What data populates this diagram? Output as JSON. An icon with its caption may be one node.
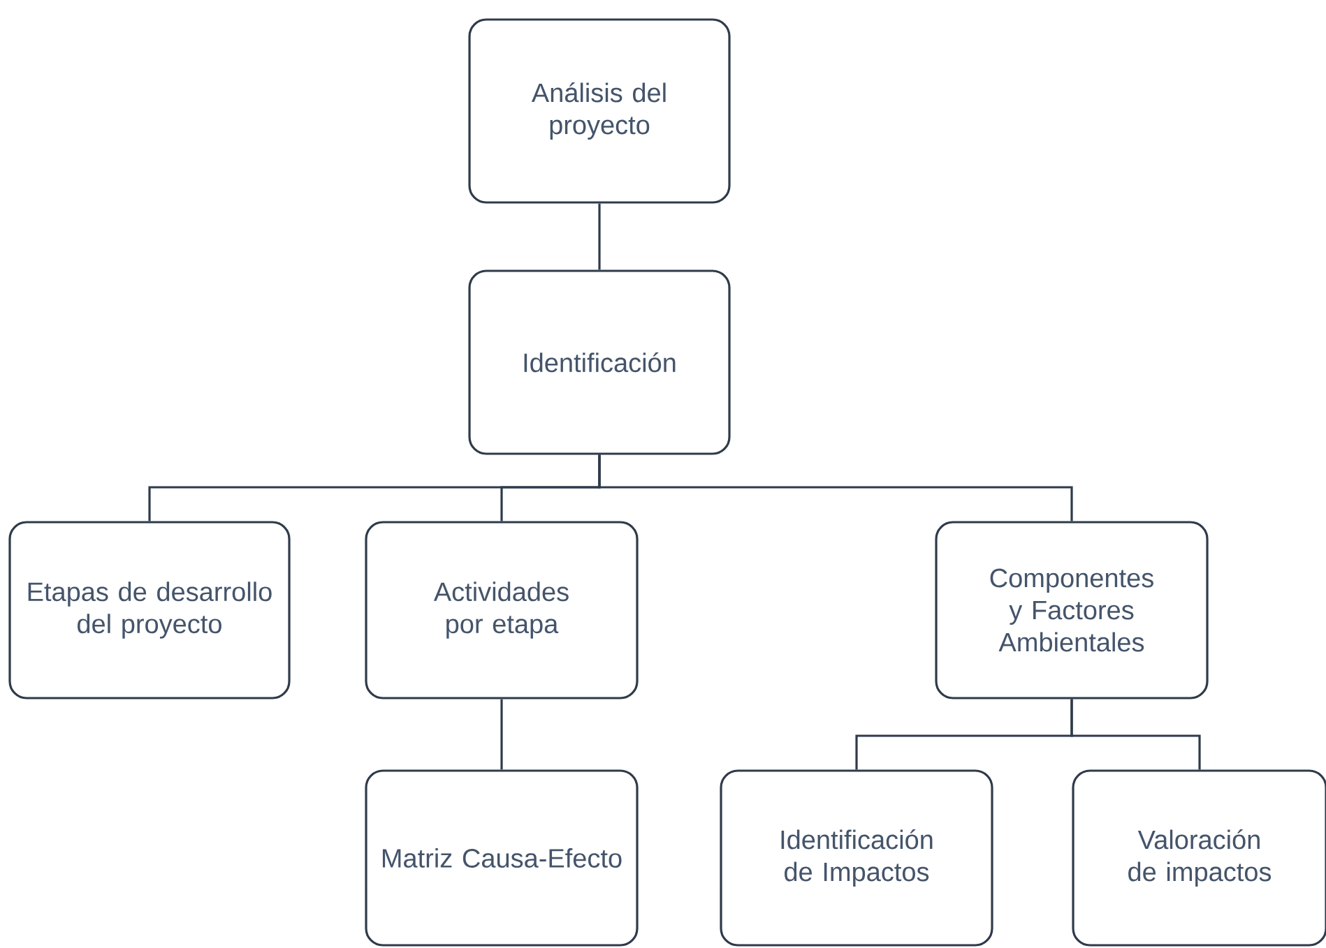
{
  "diagram": {
    "nodes": [
      {
        "text": [
          "Análisis del proyecto"
        ]
      },
      {
        "text": [
          "Identificación"
        ]
      },
      {
        "text": [
          "Etapas de desarrollo del proyecto"
        ]
      },
      {
        "text": [
          "Actividades por etapa"
        ]
      },
      {
        "text": [
          "Componentes y Factores Ambientales"
        ]
      },
      {
        "text": [
          "Matriz Causa-Efecto"
        ]
      },
      {
        "text": [
          "Identificación de Impactos"
        ]
      },
      {
        "text": [
          "Valoración de impactos"
        ]
      }
    ],
    "edges": [
      {
        "from": 0,
        "to": 1,
        "arrow": "none"
      },
      {
        "from": 1,
        "to": 2,
        "arrow": "none"
      },
      {
        "from": 1,
        "to": 3,
        "arrow": "none"
      },
      {
        "from": 1,
        "to": 4,
        "arrow": "none"
      },
      {
        "from": 3,
        "to": 5,
        "arrow": "none"
      },
      {
        "from": 4,
        "to": 6,
        "arrow": "none"
      },
      {
        "from": 4,
        "to": 7,
        "arrow": "none"
      }
    ]
  }
}
